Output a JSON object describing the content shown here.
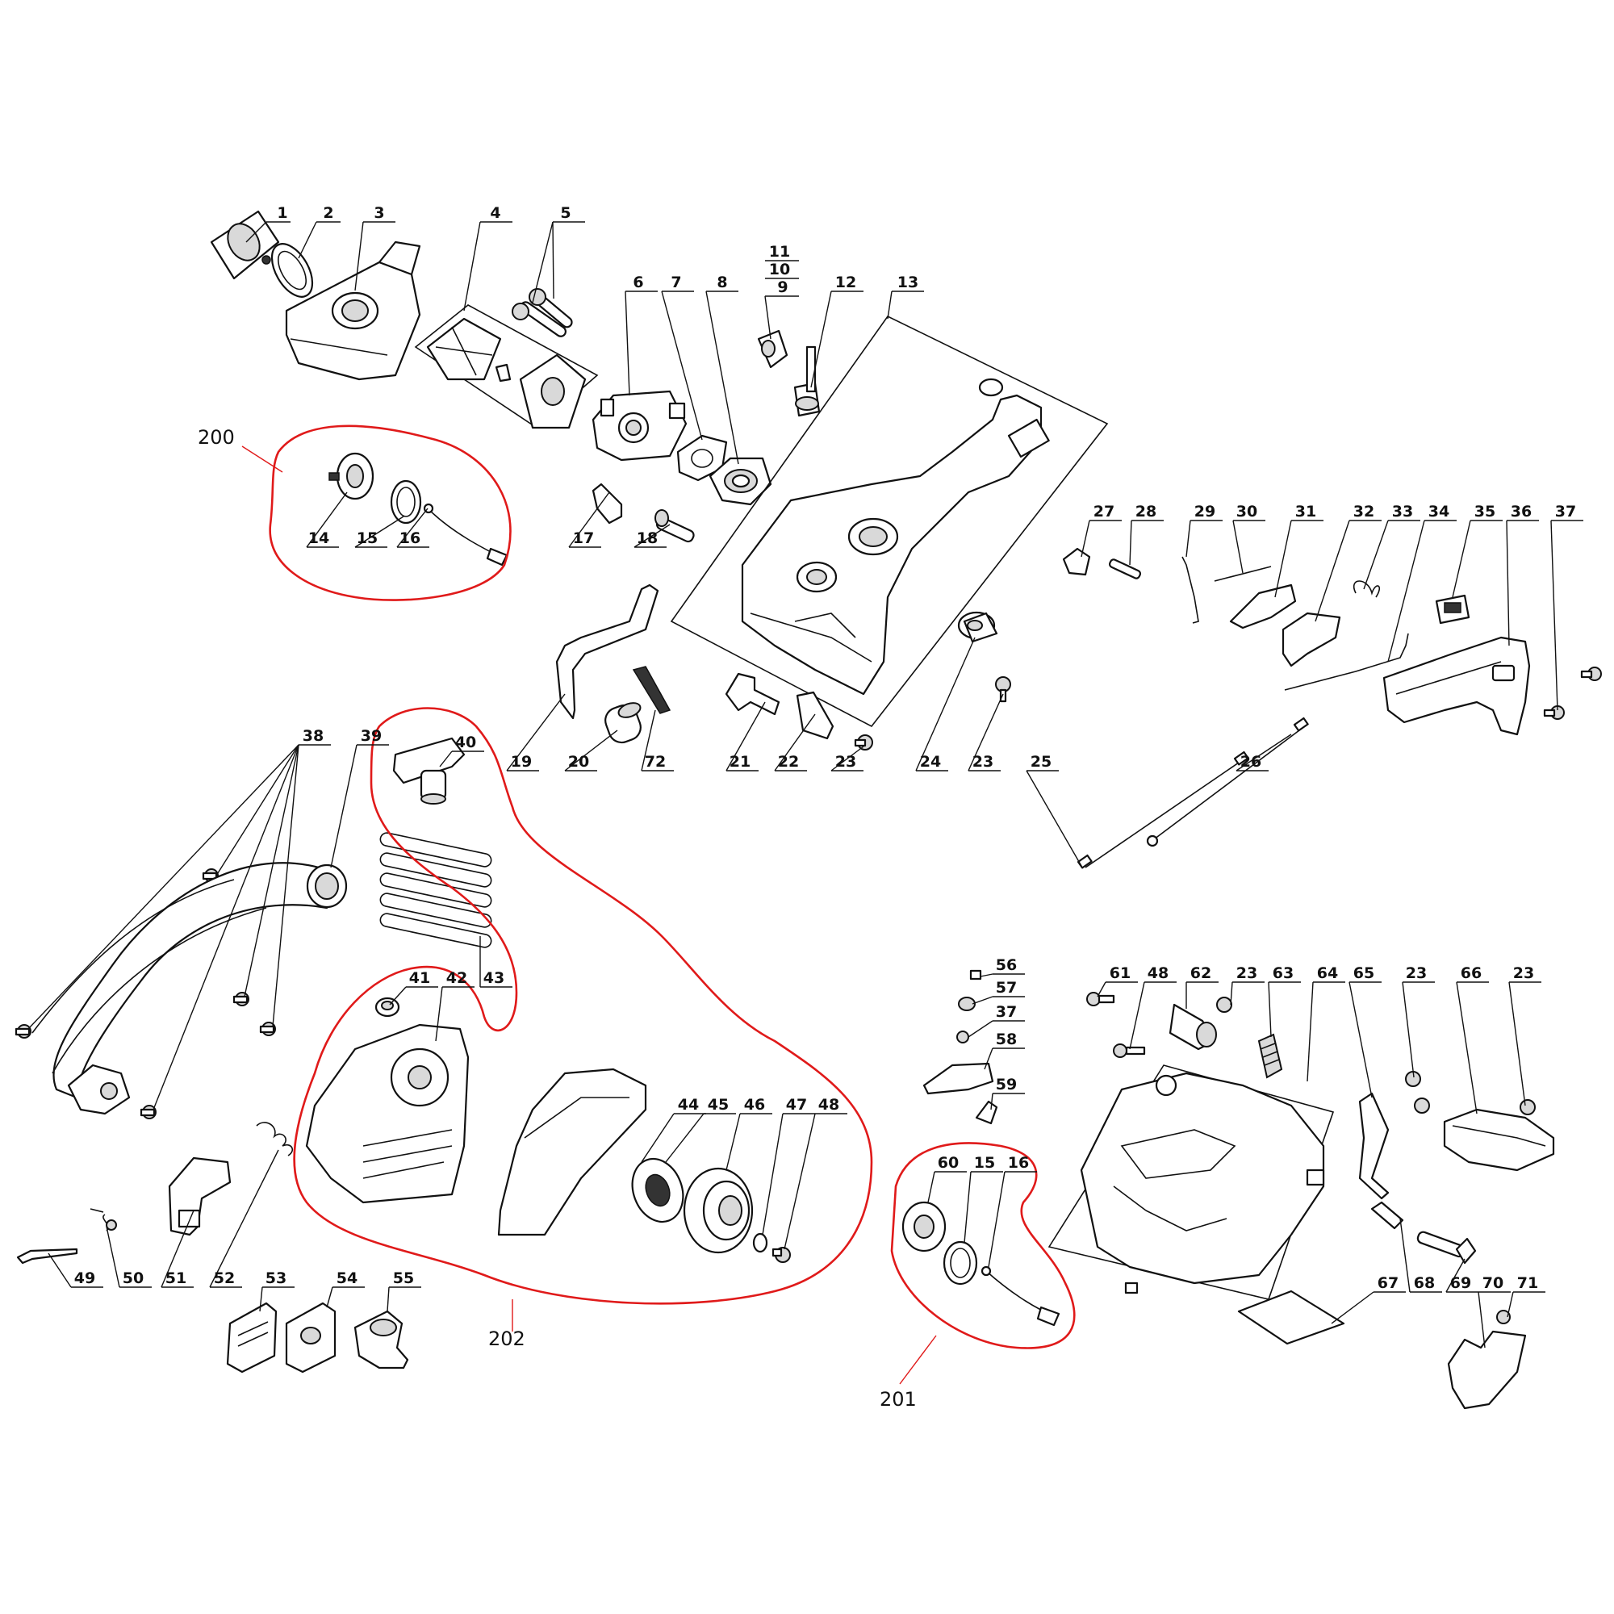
{
  "callouts": [
    {
      "id": "1",
      "text": "1"
    },
    {
      "id": "2",
      "text": "2"
    },
    {
      "id": "3",
      "text": "3"
    },
    {
      "id": "4",
      "text": "4"
    },
    {
      "id": "5",
      "text": "5"
    },
    {
      "id": "6",
      "text": "6"
    },
    {
      "id": "7",
      "text": "7"
    },
    {
      "id": "8",
      "text": "8"
    },
    {
      "id": "9",
      "text": "9"
    },
    {
      "id": "10",
      "text": "10"
    },
    {
      "id": "11",
      "text": "11"
    },
    {
      "id": "12",
      "text": "12"
    },
    {
      "id": "13",
      "text": "13"
    },
    {
      "id": "14",
      "text": "14"
    },
    {
      "id": "15",
      "text": "15"
    },
    {
      "id": "16",
      "text": "16"
    },
    {
      "id": "17",
      "text": "17"
    },
    {
      "id": "18",
      "text": "18"
    },
    {
      "id": "19",
      "text": "19"
    },
    {
      "id": "20",
      "text": "20"
    },
    {
      "id": "21",
      "text": "21"
    },
    {
      "id": "22",
      "text": "22"
    },
    {
      "id": "23",
      "text": "23"
    },
    {
      "id": "24",
      "text": "24"
    },
    {
      "id": "25",
      "text": "25"
    },
    {
      "id": "26",
      "text": "26"
    },
    {
      "id": "27",
      "text": "27"
    },
    {
      "id": "28",
      "text": "28"
    },
    {
      "id": "29",
      "text": "29"
    },
    {
      "id": "30",
      "text": "30"
    },
    {
      "id": "31",
      "text": "31"
    },
    {
      "id": "32",
      "text": "32"
    },
    {
      "id": "33",
      "text": "33"
    },
    {
      "id": "34",
      "text": "34"
    },
    {
      "id": "35",
      "text": "35"
    },
    {
      "id": "36",
      "text": "36"
    },
    {
      "id": "37",
      "text": "37"
    },
    {
      "id": "38",
      "text": "38"
    },
    {
      "id": "39",
      "text": "39"
    },
    {
      "id": "40",
      "text": "40"
    },
    {
      "id": "41",
      "text": "41"
    },
    {
      "id": "42",
      "text": "42"
    },
    {
      "id": "43",
      "text": "43"
    },
    {
      "id": "44",
      "text": "44"
    },
    {
      "id": "45",
      "text": "45"
    },
    {
      "id": "46",
      "text": "46"
    },
    {
      "id": "47",
      "text": "47"
    },
    {
      "id": "48",
      "text": "48"
    },
    {
      "id": "49",
      "text": "49"
    },
    {
      "id": "50",
      "text": "50"
    },
    {
      "id": "51",
      "text": "51"
    },
    {
      "id": "52",
      "text": "52"
    },
    {
      "id": "53",
      "text": "53"
    },
    {
      "id": "54",
      "text": "54"
    },
    {
      "id": "55",
      "text": "55"
    },
    {
      "id": "56",
      "text": "56"
    },
    {
      "id": "57",
      "text": "57"
    },
    {
      "id": "58",
      "text": "58"
    },
    {
      "id": "59",
      "text": "59"
    },
    {
      "id": "60",
      "text": "60"
    },
    {
      "id": "61",
      "text": "61"
    },
    {
      "id": "62",
      "text": "62"
    },
    {
      "id": "63",
      "text": "63"
    },
    {
      "id": "64",
      "text": "64"
    },
    {
      "id": "65",
      "text": "65"
    },
    {
      "id": "66",
      "text": "66"
    },
    {
      "id": "67",
      "text": "67"
    },
    {
      "id": "68",
      "text": "68"
    },
    {
      "id": "69",
      "text": "69"
    },
    {
      "id": "70",
      "text": "70"
    },
    {
      "id": "71",
      "text": "71"
    },
    {
      "id": "72",
      "text": "72"
    }
  ],
  "groups": [
    {
      "id": "200",
      "text": "200"
    },
    {
      "id": "201",
      "text": "201"
    },
    {
      "id": "202",
      "text": "202"
    }
  ],
  "colors": {
    "group_outline": "#e01a1a",
    "line": "#111111"
  }
}
